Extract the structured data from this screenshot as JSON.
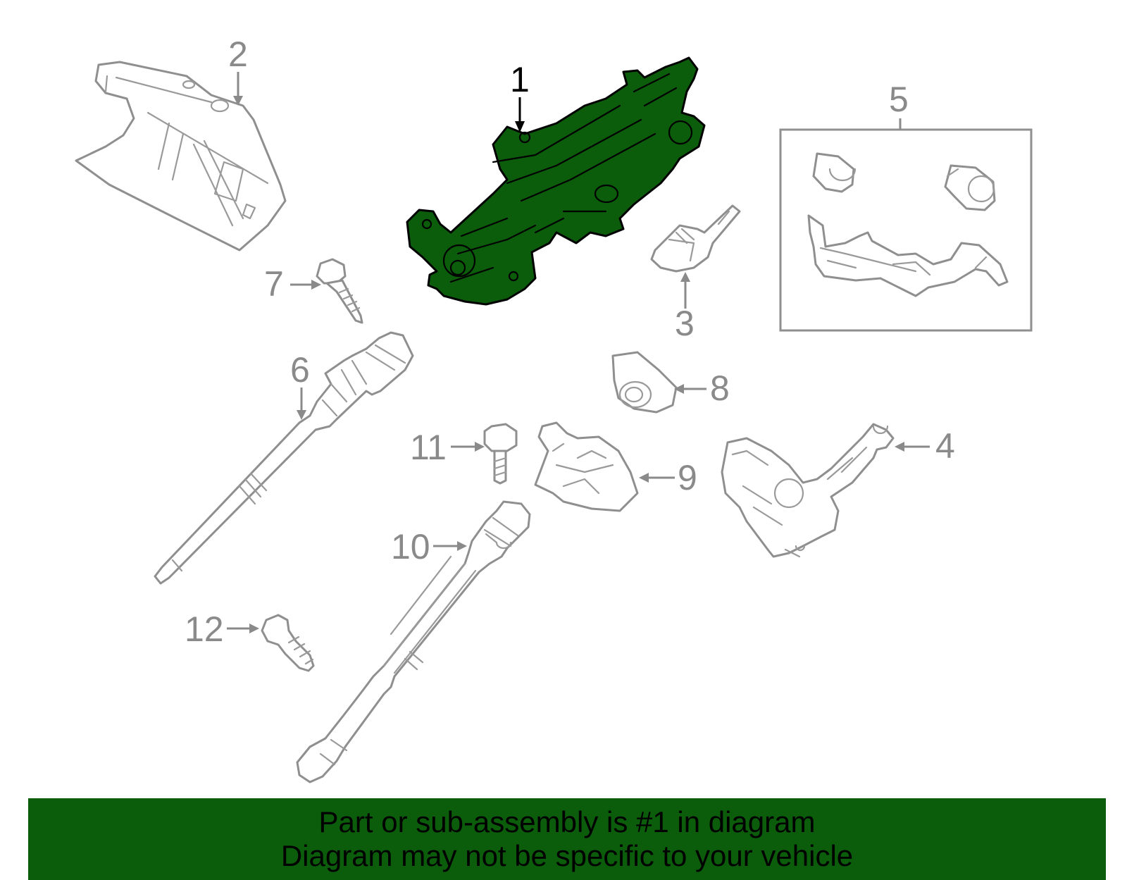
{
  "callouts": {
    "c1": "1",
    "c2": "2",
    "c3": "3",
    "c4": "4",
    "c5": "5",
    "c6": "6",
    "c7": "7",
    "c8": "8",
    "c9": "9",
    "c10": "10",
    "c11": "11",
    "c12": "12"
  },
  "highlighted_part": "1",
  "colors": {
    "highlight": "#0b5d0b",
    "line": "#8f8f8f",
    "background": "#ffffff"
  },
  "banner": {
    "line1": "Part or sub-assembly is #1 in diagram",
    "line2": "Diagram may not be specific to your vehicle"
  }
}
